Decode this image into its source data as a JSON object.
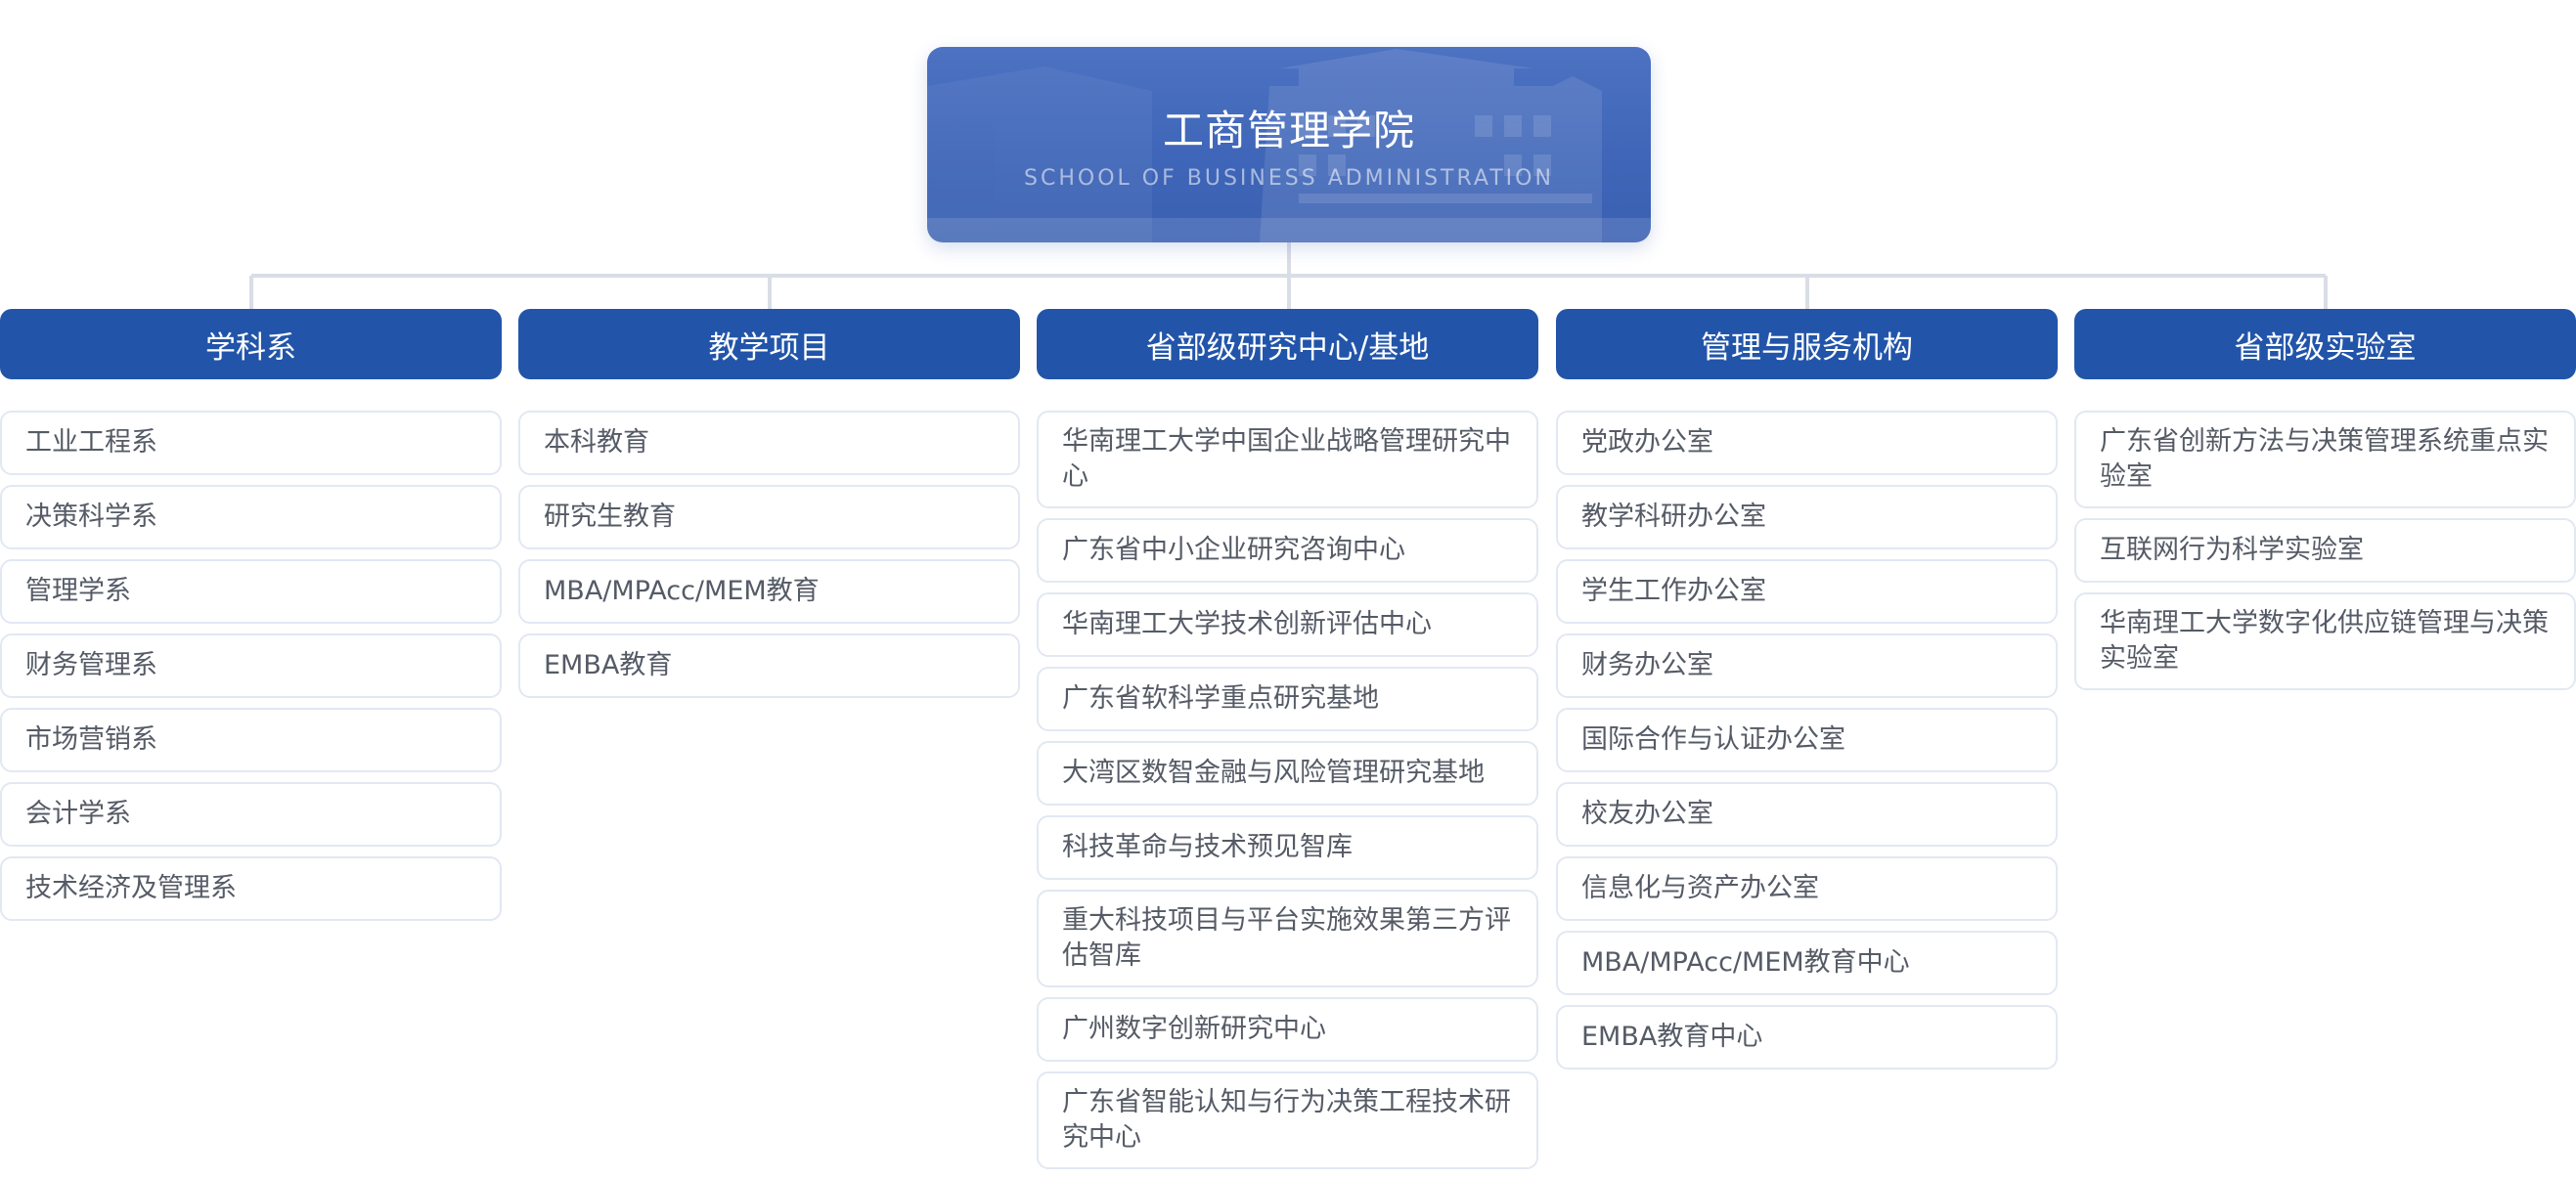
{
  "root": {
    "title": "工商管理学院",
    "subtitle": "SCHOOL OF BUSINESS ADMINISTRATION"
  },
  "colors": {
    "header_bg": "#2255a9",
    "root_bg": "#3f66b8",
    "item_border": "#e2e8f2",
    "item_text": "#555b66",
    "connector": "#d9dde6"
  },
  "columns": [
    {
      "title": "学科系",
      "items": [
        "工业工程系",
        "决策科学系",
        "管理学系",
        "财务管理系",
        "市场营销系",
        "会计学系",
        "技术经济及管理系"
      ]
    },
    {
      "title": "教学项目",
      "items": [
        "本科教育",
        "研究生教育",
        "MBA/MPAcc/MEM教育",
        "EMBA教育"
      ]
    },
    {
      "title": "省部级研究中心/基地",
      "items": [
        "华南理工大学中国企业战略管理研究中心",
        "广东省中小企业研究咨询中心",
        "华南理工大学技术创新评估中心",
        "广东省软科学重点研究基地",
        "大湾区数智金融与风险管理研究基地",
        "科技革命与技术预见智库",
        "重大科技项目与平台实施效果第三方评估智库",
        "广州数字创新研究中心",
        "广东省智能认知与行为决策工程技术研究中心"
      ]
    },
    {
      "title": "管理与服务机构",
      "items": [
        "党政办公室",
        "教学科研办公室",
        "学生工作办公室",
        "财务办公室",
        "国际合作与认证办公室",
        "校友办公室",
        "信息化与资产办公室",
        "MBA/MPAcc/MEM教育中心",
        "EMBA教育中心"
      ]
    },
    {
      "title": "省部级实验室",
      "items": [
        "广东省创新方法与决策管理系统重点实验室",
        "互联网行为科学实验室",
        "华南理工大学数字化供应链管理与决策实验室"
      ]
    }
  ]
}
